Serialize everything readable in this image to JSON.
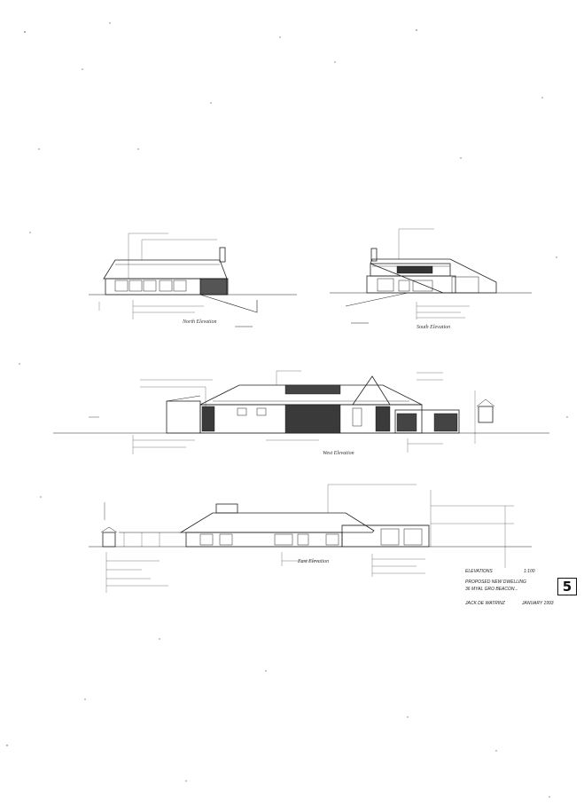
{
  "sheet": {
    "elevations": [
      {
        "key": "north",
        "label": "North Elevation"
      },
      {
        "key": "south",
        "label": "South Elevation"
      },
      {
        "key": "west",
        "label": "West Elevation"
      },
      {
        "key": "east",
        "label": "East Elevation"
      }
    ],
    "title_block": {
      "sheet_title": "ELEVATIONS",
      "scale": "1:100",
      "project": "PROPOSED NEW DWELLING",
      "address": "36 MYAL GRO BEACON...",
      "client": "JACK DE WATRINZ",
      "date": "JANUARY 1993",
      "drawing_number": "5"
    }
  }
}
